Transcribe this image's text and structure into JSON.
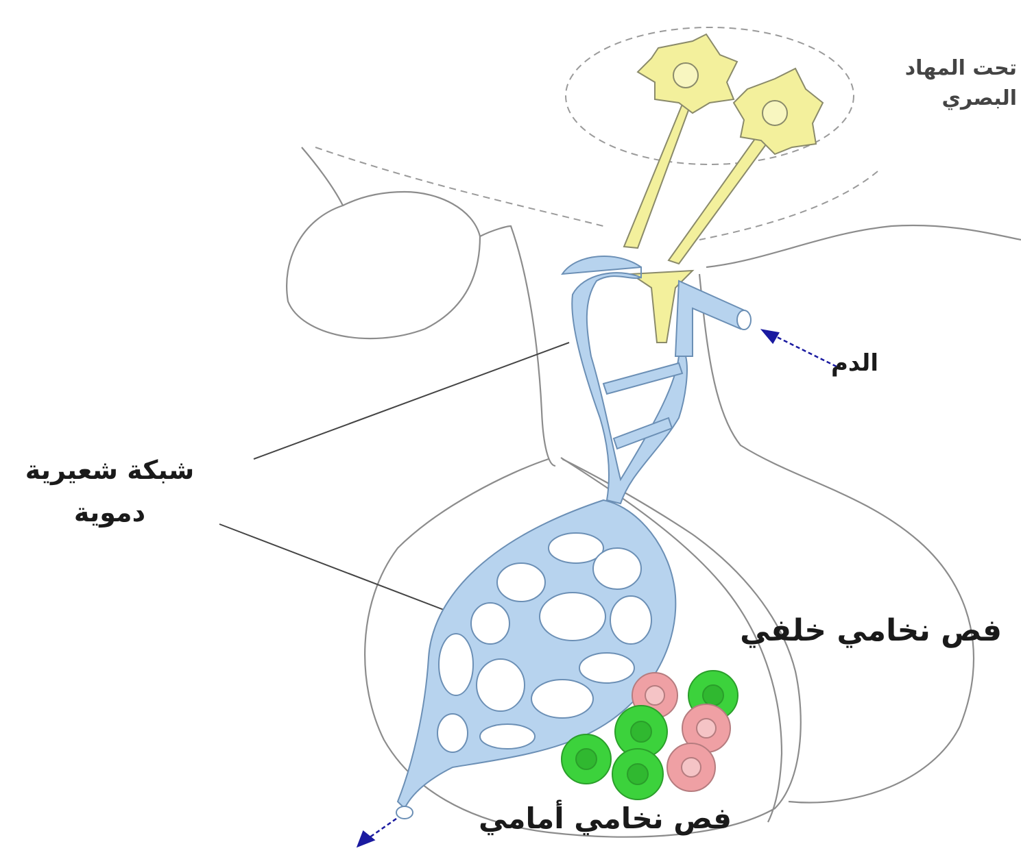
{
  "labels": {
    "hypothalamus": [
      "تحت المهاد",
      "البصري"
    ],
    "blood": "الدم",
    "capillary_network": [
      "شبكة شعيرية",
      "دموية"
    ],
    "posterior_lobe": "فص نخامي خلفي",
    "anterior_lobe": "فص نخامي أمامي"
  },
  "colors": {
    "outline": "#9a9a9a",
    "vessel_fill": "#b7d3ee",
    "vessel_stroke": "#6b8fb5",
    "neuron_fill": "#f3f09c",
    "neuron_stroke": "#8a8a6a",
    "green_cell": "#3cd23c",
    "pink_cell": "#efa0a4",
    "arrow": "#1a1aa0"
  },
  "icons": [
    "neuron-icon",
    "arrow-icon"
  ]
}
